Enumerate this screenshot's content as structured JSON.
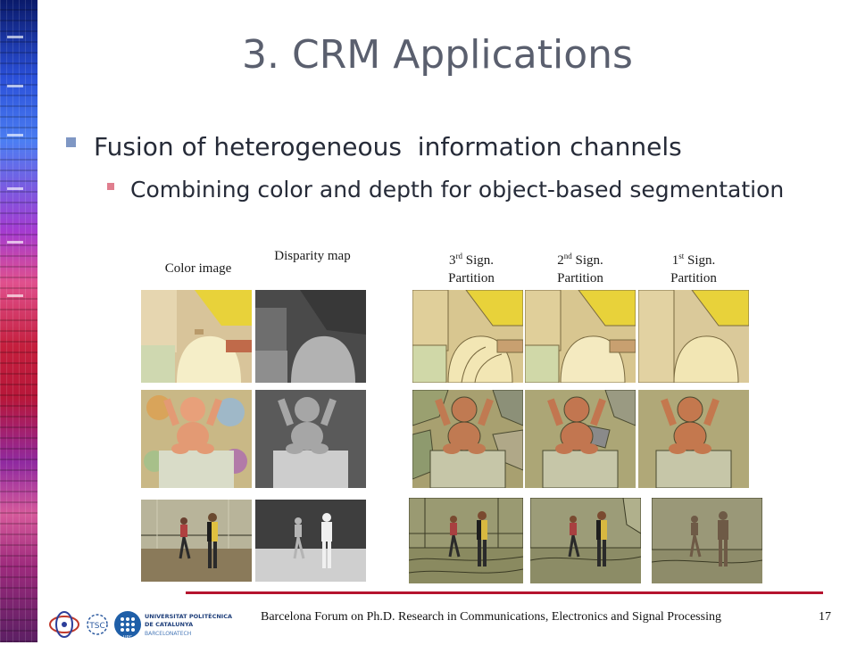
{
  "slide": {
    "title": "3. CRM Applications",
    "bullet_main": "Fusion of heterogeneous  information channels",
    "bullet_sub": "Combining color and depth for object-based segmentation",
    "page_number": "17"
  },
  "columns": {
    "color_image": "Color image",
    "disparity_map": "Disparity map",
    "sign3_ord": "3",
    "sign3_sup": "rd",
    "sign3_rest": " Sign.",
    "sign3_line2": "Partition",
    "sign2_ord": "2",
    "sign2_sup": "nd",
    "sign2_rest": " Sign.",
    "sign2_line2": "Partition",
    "sign1_ord": "1",
    "sign1_sup": "st",
    "sign1_rest": " Sign.",
    "sign1_line2": "Partition"
  },
  "footer": {
    "text": "Barcelona Forum on Ph.D. Research in Communications, Electronics and Signal Processing",
    "upc_line1": "UNIVERSITAT POLITÈCNICA",
    "upc_line2": "DE CATALUNYA",
    "upc_line3": "BARCELONATECH",
    "tsc_label": "TSC",
    "upc_short": "UPC"
  },
  "colors": {
    "title": "#5a5f6e",
    "bullet_main_marker": "#7f97c4",
    "bullet_sub_marker": "#e07e8e",
    "footer_rule": "#b5132e"
  }
}
